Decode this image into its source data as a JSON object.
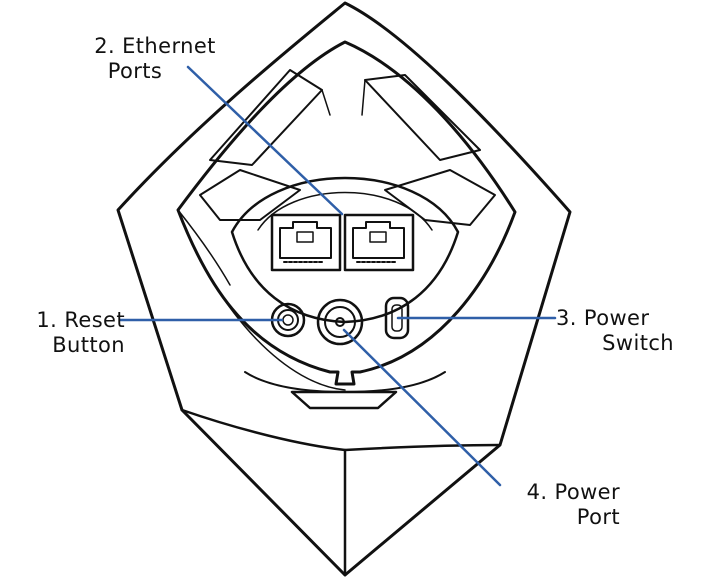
{
  "callouts": {
    "reset": {
      "number": "1.",
      "line1": "1. Reset",
      "line2": "Button"
    },
    "ethernet": {
      "line1": "2. Ethernet",
      "line2": "Ports"
    },
    "power_switch": {
      "line1": "3. Power",
      "line2": "Switch"
    },
    "power_port": {
      "line1": "4. Power",
      "line2": "Port"
    }
  },
  "colors": {
    "leader_line": "#2f5fa8",
    "outline": "#111111",
    "background": "#ffffff"
  }
}
